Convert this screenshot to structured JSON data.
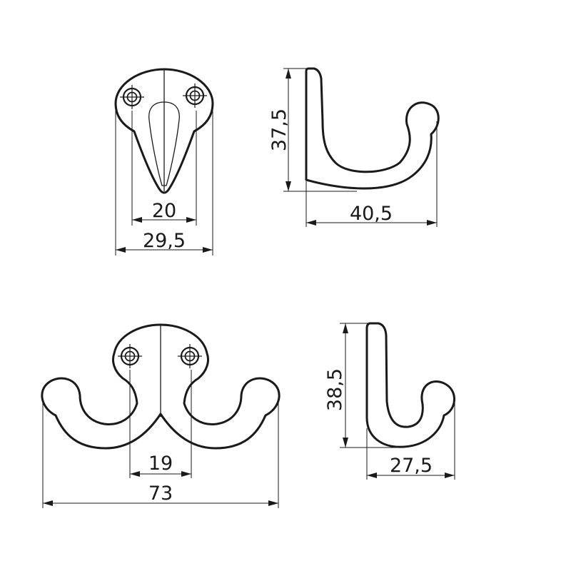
{
  "dimensions": {
    "single_front_inner": "20",
    "single_front_outer": "29,5",
    "single_side_height": "37,5",
    "single_side_depth": "40,5",
    "double_front_holes": "19",
    "double_front_width": "73",
    "double_side_height": "38,5",
    "double_side_depth": "27,5"
  },
  "colors": {
    "line": "#1a1a1a",
    "background": "#ffffff"
  }
}
